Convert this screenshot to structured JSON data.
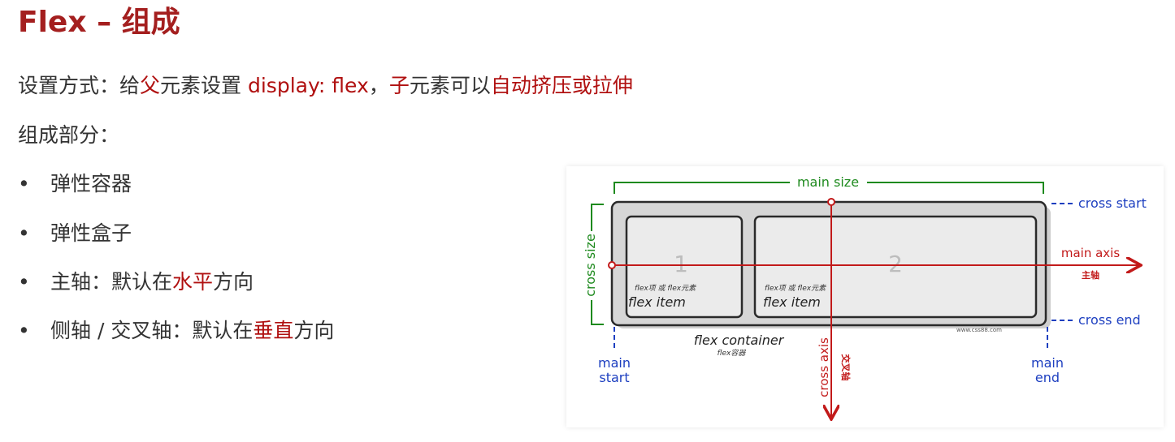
{
  "title": "Flex – 组成",
  "setup": {
    "prefix": "设置方式：给",
    "parent": "父",
    "mid1": "元素设置 ",
    "code": "display: flex",
    "comma": "，",
    "child": "子",
    "mid2": "元素可以",
    "effect": "自动挤压或拉伸"
  },
  "parts_heading": "组成部分：",
  "bullets": [
    {
      "text": "弹性容器"
    },
    {
      "text": "弹性盒子"
    },
    {
      "before": "主轴：默认在",
      "highlight": "水平",
      "after": "方向"
    },
    {
      "before": "侧轴 / 交叉轴：默认在",
      "highlight": "垂直",
      "after": "方向"
    }
  ],
  "diagram": {
    "main_size": "main size",
    "cross_size": "cross size",
    "cross_start": "cross start",
    "cross_end": "cross end",
    "main_axis": "main axis",
    "main_axis_cn": "主轴",
    "cross_axis": "cross axis",
    "cross_axis_cn": "交叉轴",
    "main_start_1": "main",
    "main_start_2": "start",
    "main_end_1": "main",
    "main_end_2": "end",
    "item1_number": "1",
    "item2_number": "2",
    "item_cn": "flex项 或 flex元素",
    "item_label": "flex item",
    "container_label": "flex container",
    "container_cn": "flex容器",
    "watermark": "www.css88.com",
    "colors": {
      "green": "#1e8a1e",
      "blue": "#1d3fc0",
      "red": "#c21a1a"
    }
  }
}
